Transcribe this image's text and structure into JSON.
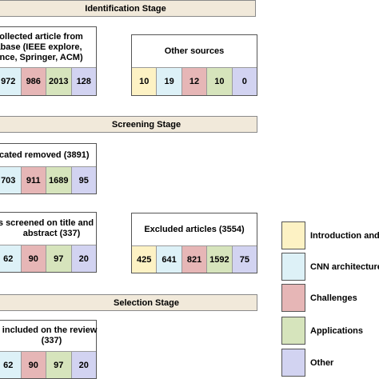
{
  "colors": {
    "intro": "#fdf2c4",
    "cnn": "#ddf1f7",
    "challenges": "#e6b6b6",
    "applications": "#d6e4bc",
    "other": "#d2d3f1",
    "stage_bg": "#f1e9da"
  },
  "stages": {
    "identification": "Identification Stage",
    "screening": "Screening Stage",
    "selection": "Selection Stage"
  },
  "boxes": {
    "collected": {
      "title_lines": [
        "collected article from",
        "abase (IEEE explore,",
        "ence, Springer, ACM)"
      ],
      "values": [
        "972",
        "986",
        "2013",
        "128"
      ]
    },
    "other_sources": {
      "title": "Other sources",
      "values": [
        "10",
        "19",
        "12",
        "10",
        "0"
      ]
    },
    "duplicated": {
      "title": "cated removed (3891)",
      "values": [
        "703",
        "911",
        "1689",
        "95"
      ]
    },
    "screened": {
      "title_lines": [
        "s screened on title and",
        "abstract (337)"
      ],
      "values": [
        "62",
        "90",
        "97",
        "20"
      ]
    },
    "excluded": {
      "title": "Excluded articles (3554)",
      "values": [
        "425",
        "641",
        "821",
        "1592",
        "75"
      ]
    },
    "included": {
      "title_lines": [
        "s included on the review",
        "(337)"
      ],
      "values": [
        "62",
        "90",
        "97",
        "20"
      ]
    }
  },
  "legend": [
    {
      "label": "Introduction and e",
      "color_key": "intro"
    },
    {
      "label": "CNN architecture",
      "color_key": "cnn"
    },
    {
      "label": "Challenges",
      "color_key": "challenges"
    },
    {
      "label": "Applications",
      "color_key": "applications"
    },
    {
      "label": "Other",
      "color_key": "other"
    }
  ]
}
